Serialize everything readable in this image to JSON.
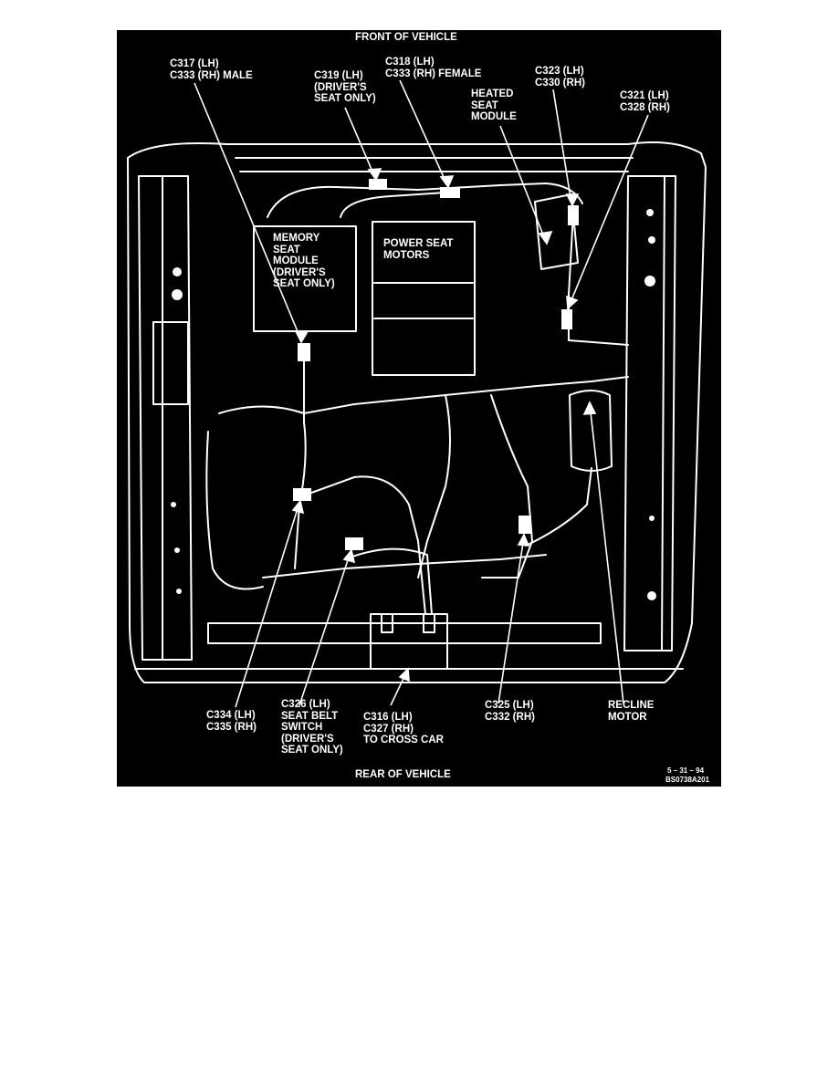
{
  "diagram": {
    "top_caption": "FRONT OF VEHICLE",
    "bottom_caption": "REAR OF VEHICLE",
    "figure_date": "5 – 31 – 94",
    "figure_code": "BS0738A201",
    "callouts": {
      "c317": "C317 (LH)\nC333 (RH) MALE",
      "c319": "C319 (LH)\n(DRIVER'S\nSEAT ONLY)",
      "c318": "C318 (LH)\nC333 (RH) FEMALE",
      "heated": "HEATED\nSEAT\nMODULE",
      "c323": "C323 (LH)\nC330 (RH)",
      "c321": "C321 (LH)\nC328 (RH)",
      "memory": "MEMORY\nSEAT\nMODULE\n(DRIVER'S\nSEAT ONLY)",
      "motors": "POWER SEAT\nMOTORS",
      "c334": "C334 (LH)\nC335 (RH)",
      "c326": "C326 (LH)\nSEAT BELT\nSWITCH\n(DRIVER'S\nSEAT ONLY)",
      "c316": "C316 (LH)\nC327 (RH)\nTO CROSS CAR",
      "c325": "C325 (LH)\nC332 (RH)",
      "recline": "RECLINE\nMOTOR"
    }
  },
  "colors": {
    "background": "#000000",
    "line": "#ffffff",
    "page": "#ffffff"
  }
}
